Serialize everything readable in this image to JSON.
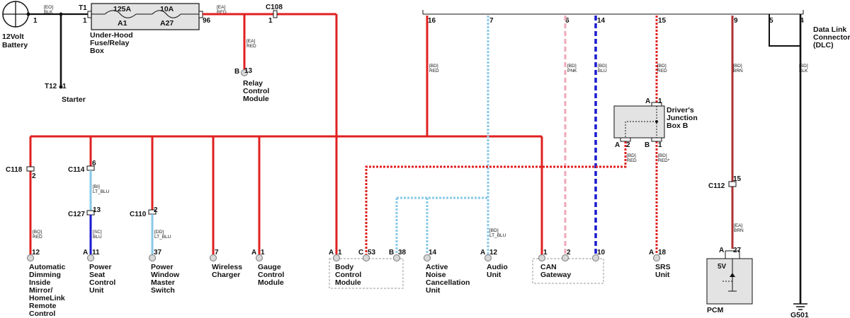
{
  "colors": {
    "red": "#e02020",
    "dark_red": "#b03030",
    "lt_blu": "#88c8e8",
    "blu": "#1a1ad0",
    "pink": "#f0a8b8",
    "black": "#111111",
    "box_fill": "#e3e3e3",
    "dashed_box": "#999999"
  },
  "battery": {
    "label": "12Volt Battery",
    "label_l1": "12Volt",
    "label_l2": "Battery",
    "wire_tag_l1": "[EO]",
    "wire_tag_l2": "BLK",
    "pin": "1"
  },
  "fuse_box": {
    "terminal": "T1",
    "pin_in": "1",
    "pin_out": "96",
    "label_l1": "Under-Hood",
    "label_l2": "Fuse/Relay",
    "label_l3": "Box",
    "fuse1_rating": "125A",
    "fuse1_name": "A1",
    "fuse2_rating": "10A",
    "fuse2_name": "A27",
    "out_tag_l1": "[EA]",
    "out_tag_l2": "RED"
  },
  "starter": {
    "terminal": "T12",
    "pin": "1",
    "label": "Starter"
  },
  "c108": {
    "label": "C108",
    "pin": "1"
  },
  "relay_module": {
    "tag_l1": "[EA]",
    "tag_l2": "RED",
    "connector": "B",
    "pin": "13",
    "label_l1": "Relay",
    "label_l2": "Control",
    "label_l3": "Module"
  },
  "dlc": {
    "label_l1": "Data Link",
    "label_l2": "Connector",
    "label_l3": "(DLC)",
    "pins": [
      "16",
      "7",
      "6",
      "14",
      "15",
      "9",
      "5",
      "4"
    ],
    "tags": [
      {
        "l1": "[BD]",
        "l2": "RED"
      },
      {
        "l1": "[BD]",
        "l2": "PNK"
      },
      {
        "l1": "[BD]",
        "l2": "BLU"
      },
      {
        "l1": "[BD]",
        "l2": "RED"
      },
      {
        "l1": "[BD]",
        "l2": "BRN"
      },
      {
        "l1": "[BD]",
        "l2": "BLK"
      }
    ]
  },
  "junction_box": {
    "label_l1": "Driver's",
    "label_l2": "Junction",
    "label_l3": "Box B",
    "top_conn": "A",
    "top_pin": "1",
    "bl_conn": "A",
    "bl_pin": "2",
    "br_conn": "B",
    "br_pin": "1",
    "tag_left_l1": "[BD]",
    "tag_left_l2": "RED",
    "tag_right_l1": "[BD]",
    "tag_right_l2": "RED*"
  },
  "connectors": {
    "c118": {
      "label": "C118",
      "pin": "2"
    },
    "c114": {
      "label": "C114",
      "pin": "6"
    },
    "c127": {
      "label": "C127",
      "pin": "13"
    },
    "c110": {
      "label": "C110",
      "pin": "2"
    },
    "c112": {
      "label": "C112",
      "pin": "15"
    }
  },
  "wire_tags": {
    "mirror": {
      "l1": "[BQ]",
      "l2": "RED"
    },
    "seat_upper": {
      "l1": "[BI]",
      "l2": "LT_BLU"
    },
    "seat_lower": {
      "l1": "[SC]",
      "l2": "BLU"
    },
    "window": {
      "l1": "[DD]",
      "l2": "LT_BLU"
    },
    "audio": {
      "l1": "[BD]",
      "l2": "LT_BLU"
    },
    "pcm": {
      "l1": "[EA]",
      "l2": "BRN"
    }
  },
  "components": [
    {
      "conn": "",
      "pin": "12",
      "lines": [
        "Automatic",
        "Dimming",
        "Inside",
        "Mirror/",
        "HomeLink",
        "Remote",
        "Control"
      ]
    },
    {
      "conn": "A",
      "pin": "11",
      "lines": [
        "Power",
        "Seat",
        "Control",
        "Unit"
      ]
    },
    {
      "conn": "",
      "pin": "37",
      "lines": [
        "Power",
        "Window",
        "Master",
        "Switch"
      ]
    },
    {
      "conn": "",
      "pin": "7",
      "lines": [
        "Wireless",
        "Charger"
      ]
    },
    {
      "conn": "A",
      "pin": "1",
      "lines": [
        "Gauge",
        "Control",
        "Module"
      ]
    },
    {
      "conn": "A",
      "pin": "1",
      "lines": [
        "Body",
        "Control",
        "Module"
      ]
    },
    {
      "conn": "C",
      "pin": "53",
      "lines": []
    },
    {
      "conn": "B",
      "pin": "38",
      "lines": []
    },
    {
      "conn": "",
      "pin": "14",
      "lines": [
        "Active",
        "Noise",
        "Cancellation",
        "Unit"
      ]
    },
    {
      "conn": "A",
      "pin": "12",
      "lines": [
        "Audio",
        "Unit"
      ]
    },
    {
      "conn": "",
      "pin": "1",
      "lines": [
        "CAN",
        "Gateway"
      ]
    },
    {
      "conn": "",
      "pin": "2",
      "lines": []
    },
    {
      "conn": "",
      "pin": "10",
      "lines": []
    },
    {
      "conn": "A",
      "pin": "18",
      "lines": [
        "SRS",
        "Unit"
      ]
    }
  ],
  "pcm": {
    "conn": "A",
    "pin": "27",
    "label": "PCM",
    "voltage": "5V"
  },
  "ground": {
    "label": "G501"
  }
}
